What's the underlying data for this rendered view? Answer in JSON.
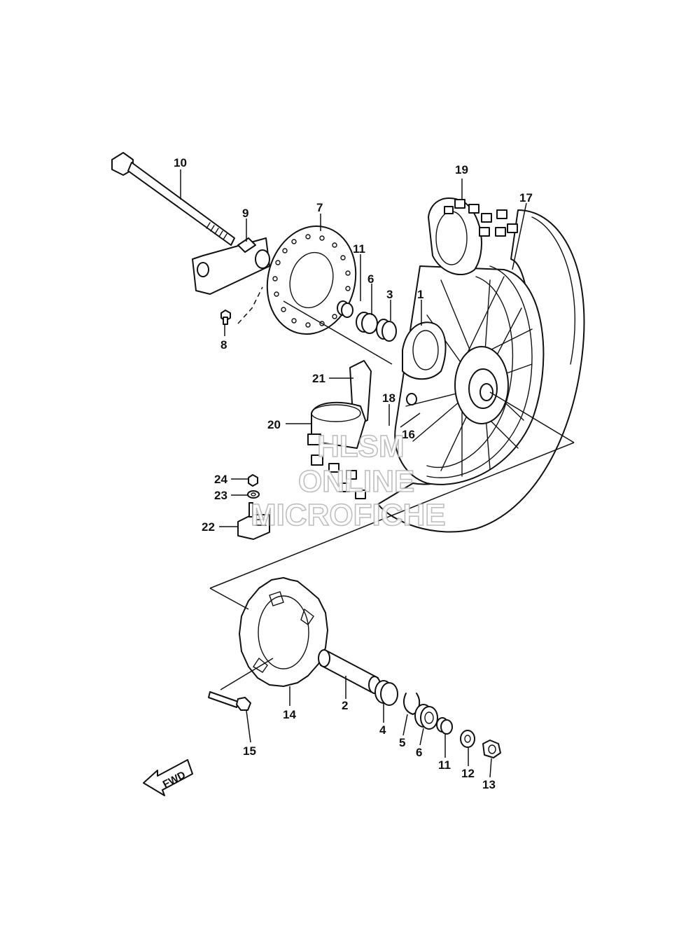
{
  "diagram": {
    "callouts": [
      {
        "id": "c1",
        "label": "1"
      },
      {
        "id": "c2",
        "label": "2"
      },
      {
        "id": "c3",
        "label": "3"
      },
      {
        "id": "c4",
        "label": "4"
      },
      {
        "id": "c5",
        "label": "5"
      },
      {
        "id": "c6a",
        "label": "6"
      },
      {
        "id": "c6b",
        "label": "6"
      },
      {
        "id": "c7",
        "label": "7"
      },
      {
        "id": "c8",
        "label": "8"
      },
      {
        "id": "c9",
        "label": "9"
      },
      {
        "id": "c10",
        "label": "10"
      },
      {
        "id": "c11a",
        "label": "11"
      },
      {
        "id": "c11b",
        "label": "11"
      },
      {
        "id": "c12",
        "label": "12"
      },
      {
        "id": "c13",
        "label": "13"
      },
      {
        "id": "c14",
        "label": "14"
      },
      {
        "id": "c15",
        "label": "15"
      },
      {
        "id": "c16",
        "label": "16"
      },
      {
        "id": "c17",
        "label": "17"
      },
      {
        "id": "c18",
        "label": "18"
      },
      {
        "id": "c19",
        "label": "19"
      },
      {
        "id": "c20",
        "label": "20"
      },
      {
        "id": "c21",
        "label": "21"
      },
      {
        "id": "c22",
        "label": "22"
      },
      {
        "id": "c23",
        "label": "23"
      },
      {
        "id": "c24",
        "label": "24"
      }
    ],
    "fwd_arrow": {
      "label": "FWD",
      "icon": "fwd-arrow-icon"
    },
    "watermark": {
      "line1": "HLSM",
      "line2": "ONLINE",
      "line3": "MICROFICHE",
      "color": "#b8b8b8"
    },
    "line_color": "#111111"
  }
}
